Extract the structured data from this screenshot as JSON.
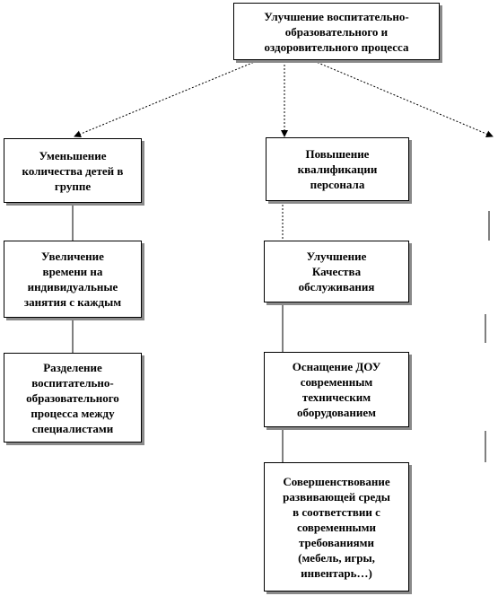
{
  "diagram": {
    "root": {
      "text": "Улучшение воспитательно-\nобразовательного и\nоздоровительного процесса"
    },
    "branches": [
      {
        "nodes": [
          "Уменьшение\nколичества детей в\nгруппе",
          "Увеличение\nвремени на\nиндивидуальные\nзанятия с каждым",
          "Разделение\nвоспитательно-\nобразовательного\nпроцесса между\nспециалистами"
        ]
      },
      {
        "nodes": [
          "Повышение\nквалификации\nперсонала",
          "Улучшение\nКачества\nобслуживания",
          "Оснащение ДОУ\nсовременным\nтехническим\nоборудованием",
          "Совершенствование\nразвивающей среды\nв соответствии с\nсовременными\nтребованиями\n(мебель, игры,\nинвентарь…)"
        ]
      }
    ],
    "colors": {
      "border": "#000000",
      "shadow": "#8a8a8a",
      "text": "#000000",
      "background": "#ffffff"
    }
  }
}
